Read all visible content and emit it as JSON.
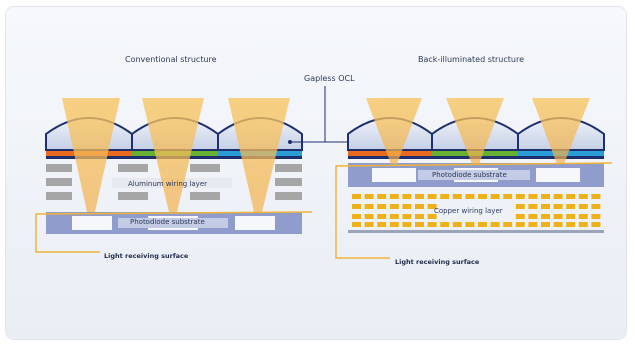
{
  "titles": {
    "left": "Conventional structure",
    "right": "Back-illuminated structure",
    "center": "Gapless OCL"
  },
  "left_panel": {
    "wiring_label": "Aluminum wiring layer",
    "substrate_label": "Photodiode substrate",
    "surface_label": "Light receiving surface"
  },
  "right_panel": {
    "substrate_label": "Photodiode substrate",
    "wiring_label": "Copper wiring layer",
    "surface_label": "Light receiving surface"
  },
  "colors": {
    "lens_fill": "#d5dfef",
    "lens_stroke": "#1f2f6e",
    "filter_orange": "#e86a1f",
    "filter_green": "#66b132",
    "filter_blue": "#2a9cd6",
    "light_cone": "#f5b74a",
    "aluminum_wiring": "#a3a3a3",
    "copper_wiring": "#eeb11a",
    "substrate": "#8f9ccc",
    "callout_line": "#f0b43a"
  }
}
